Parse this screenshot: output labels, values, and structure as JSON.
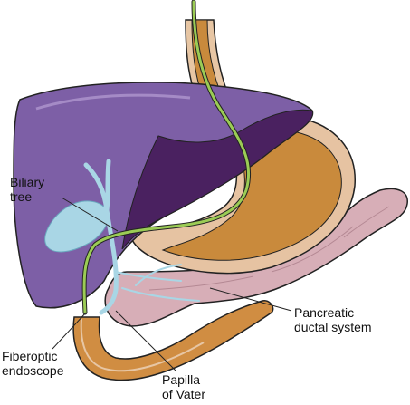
{
  "labels": {
    "biliary_tree": [
      "Biliary",
      "tree"
    ],
    "pancreatic_ductal_system": [
      "Pancreatic",
      "ductal system"
    ],
    "fiberoptic_endoscope": [
      "Fiberoptic",
      "endoscope"
    ],
    "papilla_of_vater": [
      "Papilla",
      "of Vater"
    ]
  },
  "colors": {
    "liver": "#7d5fa6",
    "liver_dark": "#4a2160",
    "stomach": "#c98a3c",
    "stomach_wall": "#e6c3a2",
    "pancreas": "#d7aeb7",
    "duodenum": "#d08d42",
    "biliary": "#a9d6e5",
    "endoscope": "#9bcc55",
    "outline": "#222222"
  }
}
